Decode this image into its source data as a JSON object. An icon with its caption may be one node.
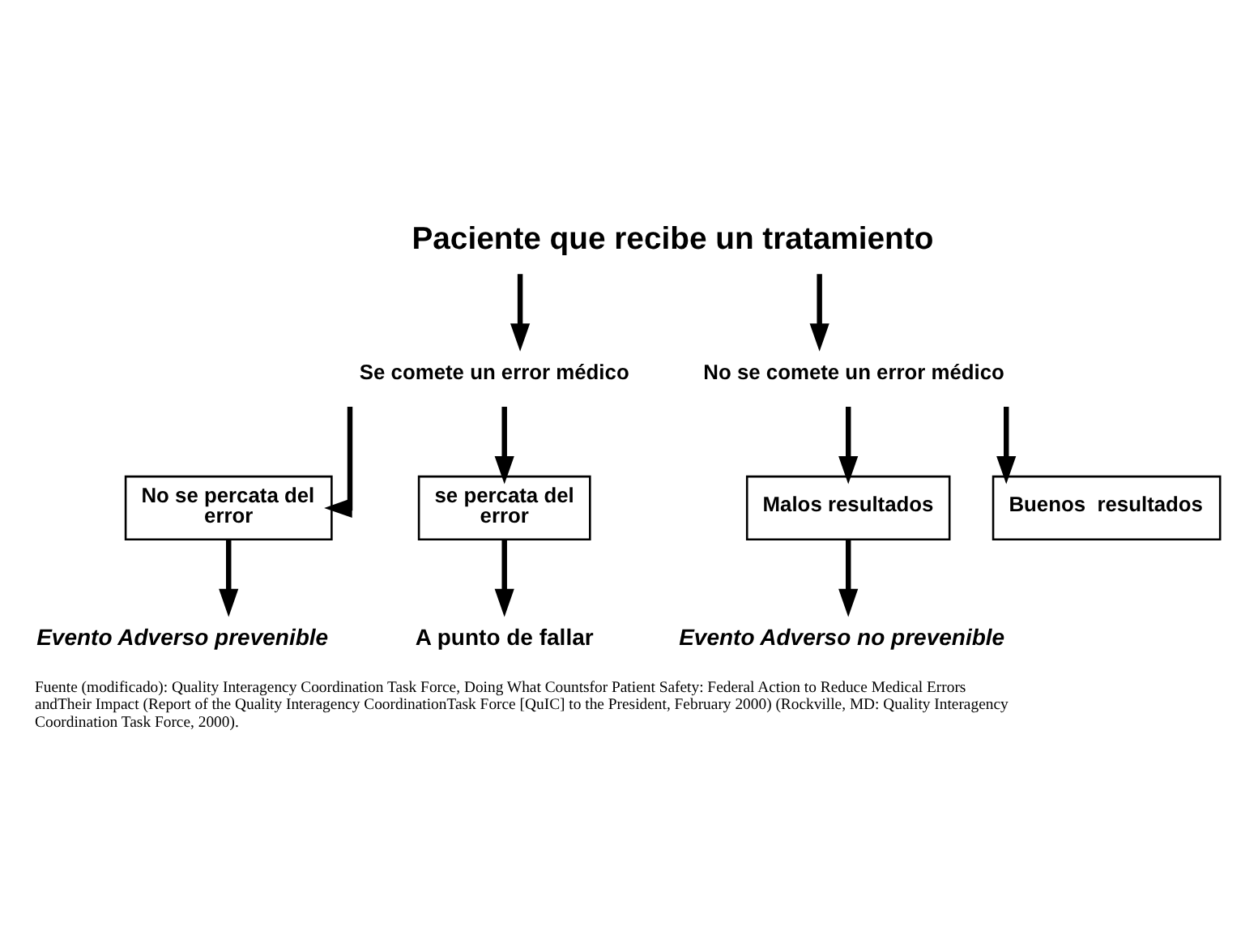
{
  "diagram": {
    "caption": "Fuente (modificado): Quality Interagency Coordination Task Force, Doing What Countsfor Patient Safety: Federal Action to Reduce Medical Errors andTheir Impact (Report of the Quality Interagency CoordinationTask Force [QuIC] to the President, February 2000) (Rockville, MD: Quality Interagency Coordination Task Force, 2000).",
    "nodes": [
      {
        "text": [
          "Paciente que recibe un tratamiento"
        ]
      },
      {
        "text": [
          "Se comete un error médico"
        ]
      },
      {
        "text": [
          "No se comete un error médico"
        ]
      },
      {
        "text": [
          "No se percata del error"
        ]
      },
      {
        "text": [
          "se percata del error"
        ]
      },
      {
        "text": [
          "Malos resultados"
        ]
      },
      {
        "text": [
          "Buenos  resultados"
        ]
      },
      {
        "text": [
          "Evento Adverso prevenible"
        ]
      },
      {
        "text": [
          "A punto de fallar"
        ]
      },
      {
        "text": [
          "Evento Adverso no prevenible"
        ]
      }
    ],
    "edges": [
      {
        "from": 0,
        "to": 1,
        "arrow": "to"
      },
      {
        "from": 0,
        "to": 2,
        "arrow": "to"
      },
      {
        "from": 1,
        "to": 3,
        "arrow": "to"
      },
      {
        "from": 1,
        "to": 4,
        "arrow": "to"
      },
      {
        "from": 2,
        "to": 5,
        "arrow": "to"
      },
      {
        "from": 2,
        "to": 6,
        "arrow": "to"
      },
      {
        "from": 3,
        "to": 7,
        "arrow": "to"
      },
      {
        "from": 4,
        "to": 8,
        "arrow": "to"
      },
      {
        "from": 5,
        "to": 9,
        "arrow": "to"
      }
    ]
  }
}
